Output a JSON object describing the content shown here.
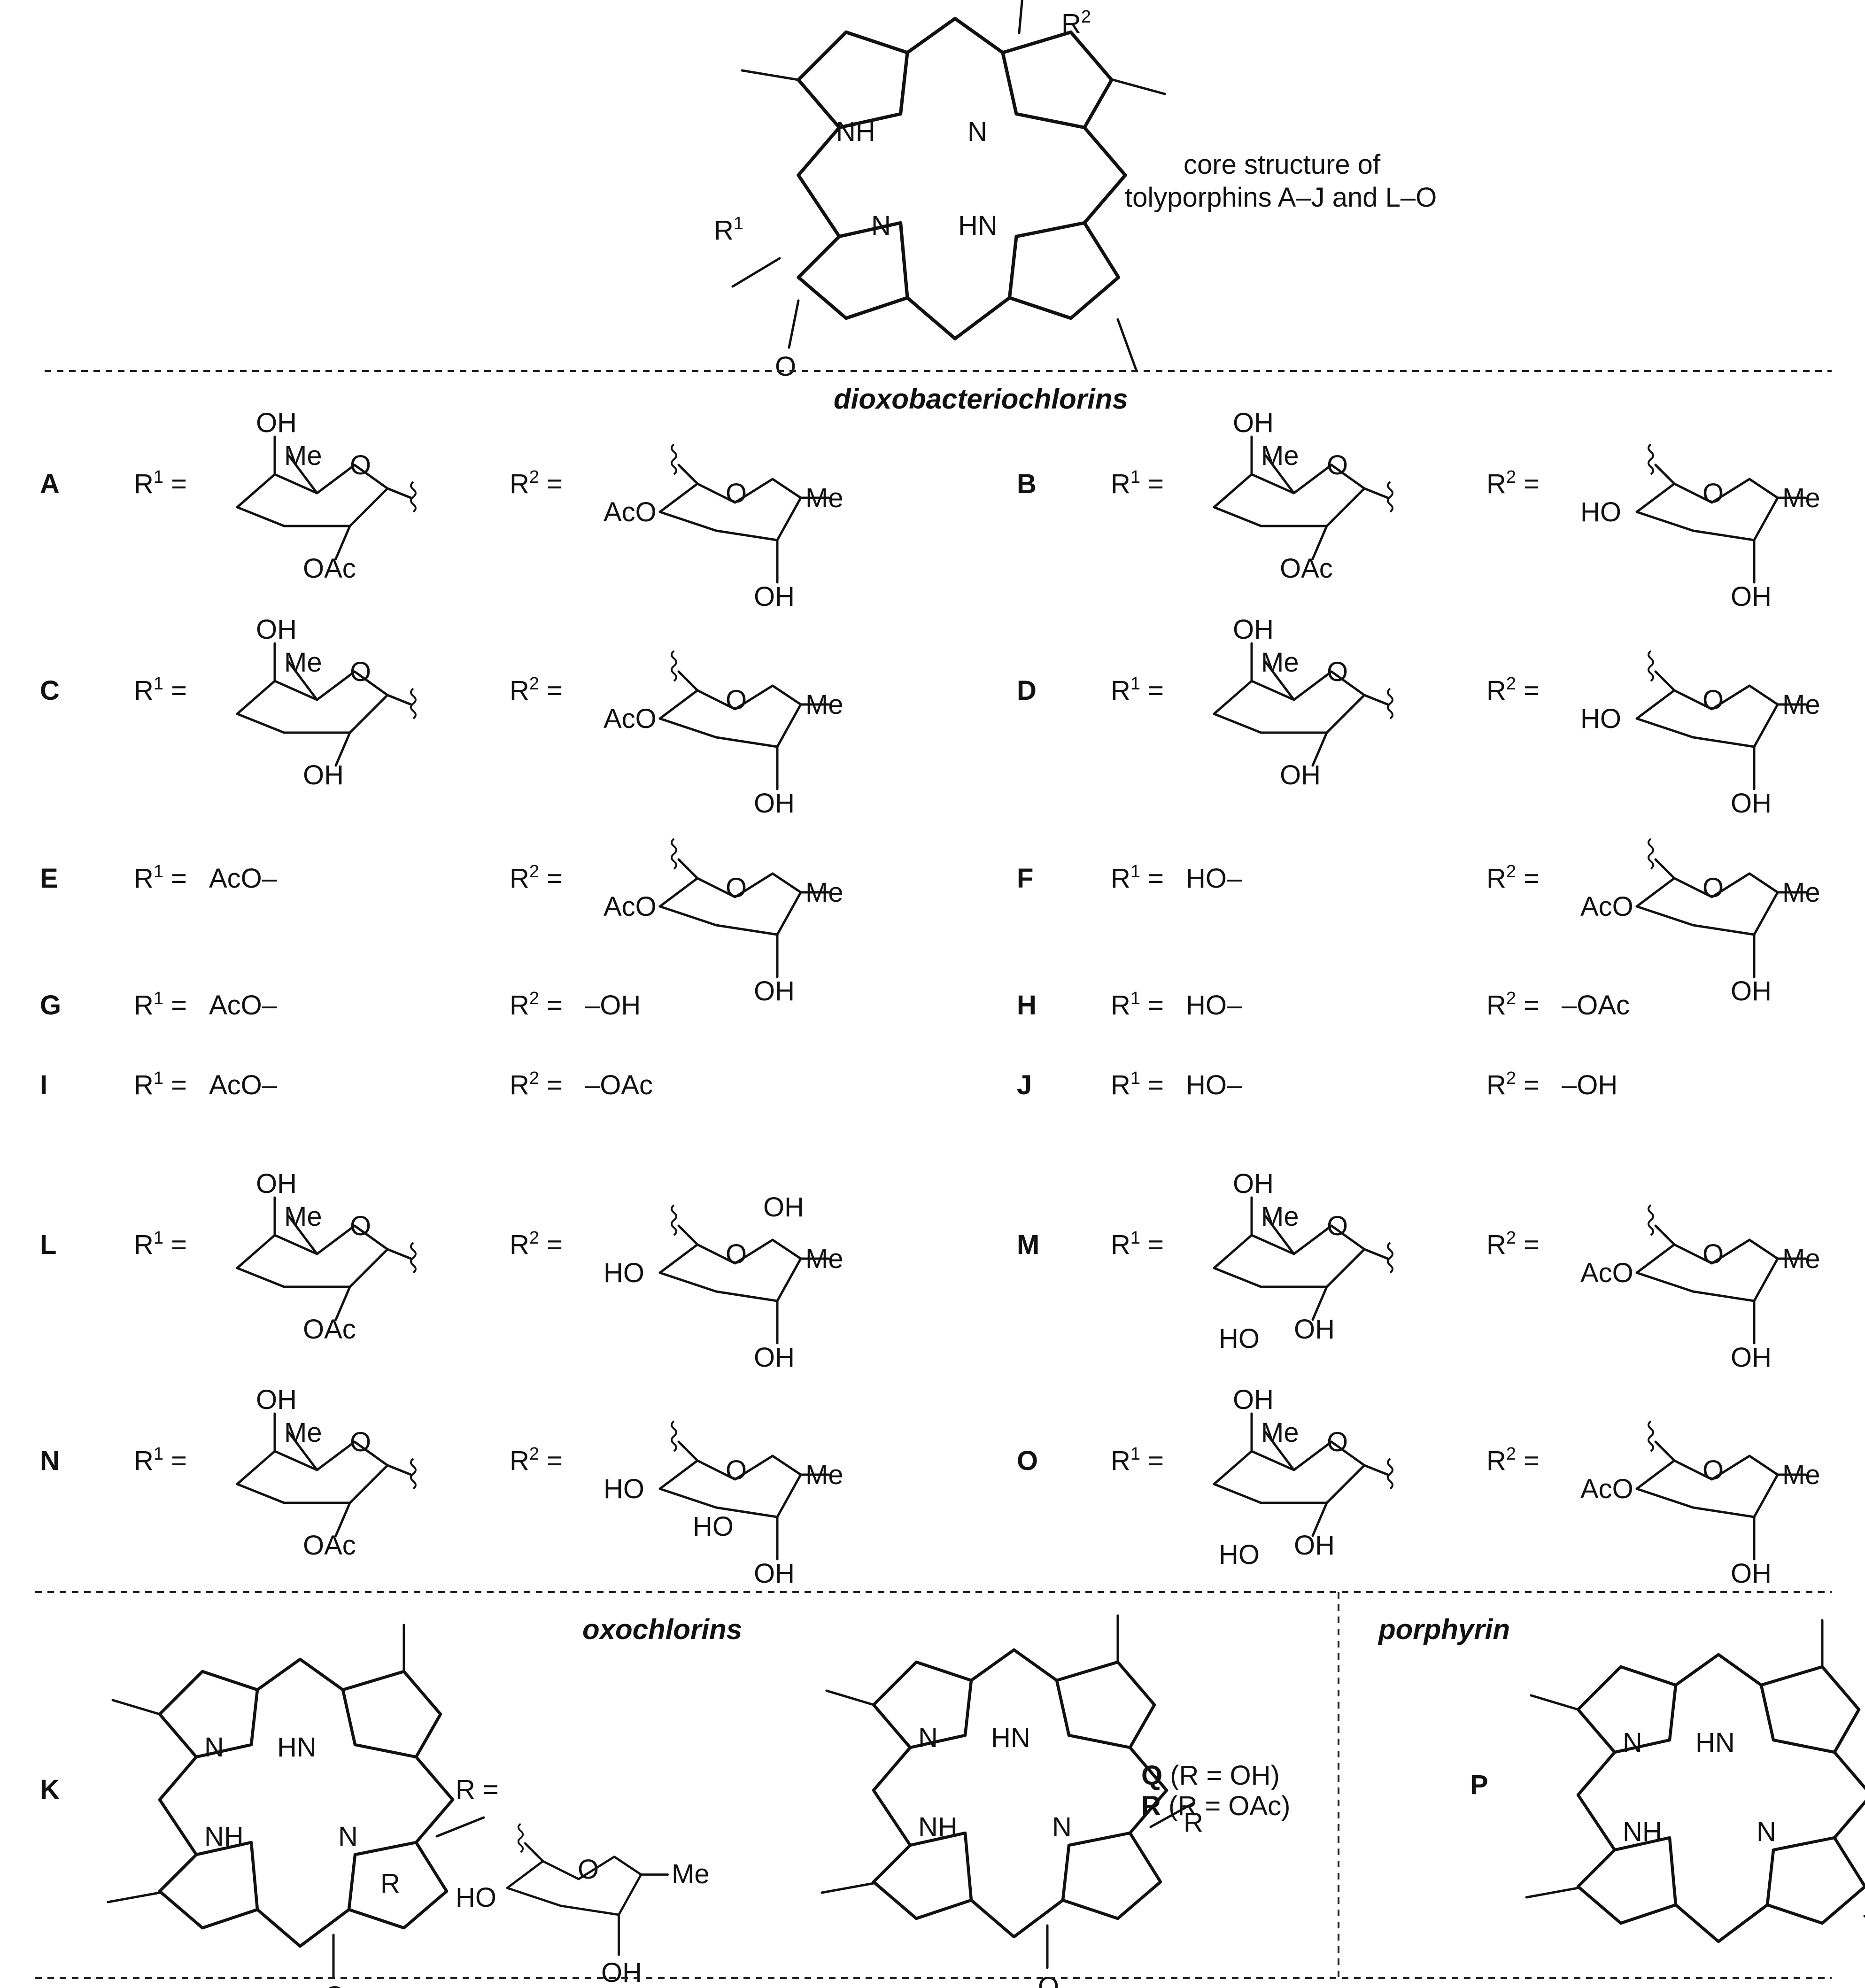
{
  "core": {
    "description_line1": "core structure of",
    "description_line2": "tolyporphins A–J and L–O",
    "atoms": {
      "nh1": "NH",
      "n1": "N",
      "n2": "N",
      "hn2": "HN",
      "o1": "O",
      "o2": "O",
      "r1": "R",
      "r1sup": "1",
      "r2": "R",
      "r2sup": "2"
    }
  },
  "sections": {
    "dioxo": "dioxobacteriochlorins",
    "oxo": "oxochlorins",
    "porph": "porphyrin"
  },
  "labels": {
    "r1_eq": "R",
    "r1_sup": "1",
    "r2_sup": "2",
    "eq": " ="
  },
  "entries": [
    {
      "id": "A",
      "r1": "sugar:OH,Me,O,OAc",
      "r2": "sugar:AcO,O,Me,OH"
    },
    {
      "id": "B",
      "r1": "sugar:OH,Me,O,OAc",
      "r2": "sugar:HO,O,Me,OH"
    },
    {
      "id": "C",
      "r1": "sugar:OH,Me,O,OH",
      "r2": "sugar:AcO,O,Me,OH"
    },
    {
      "id": "D",
      "r1": "sugar:OH,Me,O,OH",
      "r2": "sugar:HO,O,Me,OH"
    },
    {
      "id": "E",
      "r1_text": "AcO–",
      "r2": "sugar:AcO,O,Me,OH"
    },
    {
      "id": "F",
      "r1_text": "HO–",
      "r2": "sugar:AcO,O,Me,OH"
    },
    {
      "id": "G",
      "r1_text": "AcO–",
      "r2_text": "–OH"
    },
    {
      "id": "H",
      "r1_text": "HO–",
      "r2_text": "–OAc"
    },
    {
      "id": "I",
      "r1_text": "AcO–",
      "r2_text": "–OAc"
    },
    {
      "id": "J",
      "r1_text": "HO–",
      "r2_text": "–OH"
    },
    {
      "id": "L",
      "r1": "sugar:OH,Me,O,OAc",
      "r2": "sugar:HO,OH,O,Me,OH"
    },
    {
      "id": "M",
      "r1": "sugar:OH,Me,O,HO,OH",
      "r2": "sugar:AcO,O,Me,OH"
    },
    {
      "id": "N",
      "r1": "sugar:OH,Me,O,OAc",
      "r2": "sugar:HO,HO,O,Me,OH"
    },
    {
      "id": "O",
      "r1": "sugar:OH,Me,O,HO,OH",
      "r2": "sugar:AcO,O,Me,OH"
    }
  ],
  "bottom": {
    "K": "K",
    "R_eq": "R =",
    "Q_label": "Q",
    "Q_text": " (R = OH)",
    "R_label": "R",
    "R_text": " (R = OAc)",
    "P": "P",
    "atom_R": "R",
    "atom_O": "O",
    "atom_N": "N",
    "atom_NH": "NH",
    "atom_HN": "HN",
    "sugar_HO": "HO",
    "sugar_O": "O",
    "sugar_Me": "Me",
    "sugar_OH": "OH"
  }
}
